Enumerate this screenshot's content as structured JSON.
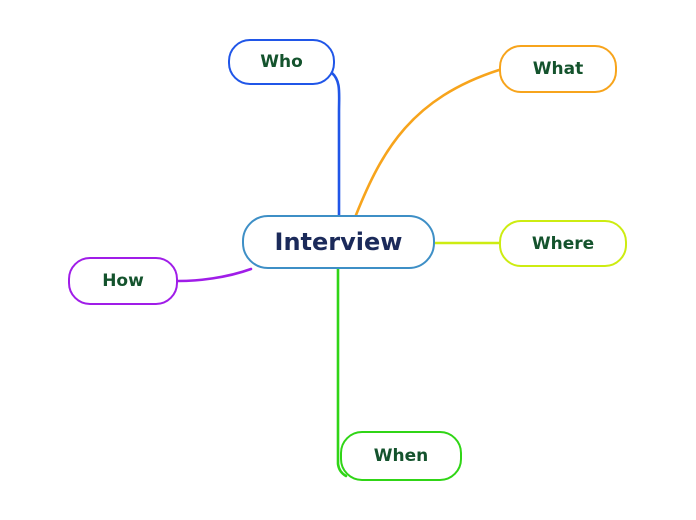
{
  "diagram": {
    "type": "mindmap",
    "background_color": "#ffffff",
    "center": {
      "label": "Interview",
      "border_color": "#3e8fc6",
      "fill_color": "#ffffff",
      "text_color": "#1b2a5a"
    },
    "branches": [
      {
        "label": "Who",
        "color": "#2056e8",
        "text_color": "#14532d",
        "position": "top"
      },
      {
        "label": "What",
        "color": "#f7a41c",
        "text_color": "#14532d",
        "position": "top-right"
      },
      {
        "label": "Where",
        "color": "#cdec11",
        "text_color": "#14532d",
        "position": "right"
      },
      {
        "label": "When",
        "color": "#30d516",
        "text_color": "#14532d",
        "position": "bottom"
      },
      {
        "label": "How",
        "color": "#a01de8",
        "text_color": "#14532d",
        "position": "left"
      }
    ]
  }
}
